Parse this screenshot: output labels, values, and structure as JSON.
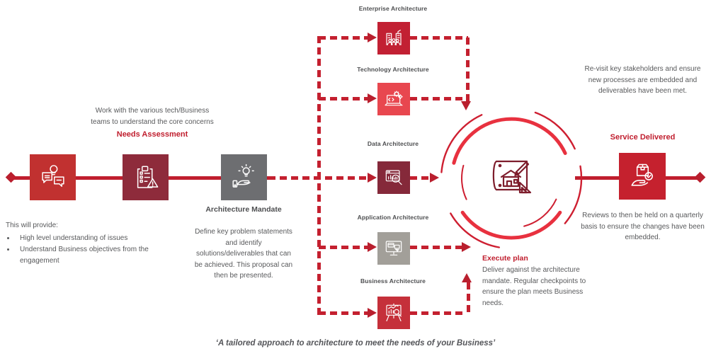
{
  "colors": {
    "accent_red": "#C4202F",
    "line_red": "#C01E2E",
    "bright_red_square": "#C13130",
    "light_red_square": "#E8474F",
    "maroon_square": "#8E2B3B",
    "dark_maroon_square": "#85293A",
    "gray_square": "#6D6E71",
    "light_gray_square": "#A29F99",
    "text_gray": "#58595B",
    "circle_red": "#E8313F"
  },
  "needs_assessment": {
    "intro_line1": "Work with the various tech/Business",
    "intro_line2": "teams to understand the core concerns",
    "title": "Needs Assessment",
    "provides_heading": "This will provide:",
    "bullets": [
      "High level understanding of issues",
      "Understand Business objectives from the engagement"
    ],
    "icons": [
      "discussion-idea-icon",
      "checklist-alert-icon"
    ]
  },
  "architecture_mandate": {
    "title": "Architecture Mandate",
    "description": "Define key problem statements and identify solutions/deliverables that can be achieved. This proposal can then be presented.",
    "icon": "hand-idea-icon"
  },
  "architecture_domains": [
    {
      "label": "Enterprise Architecture",
      "icon": "organisation-icon",
      "color": "#C22033"
    },
    {
      "label": "Technology Architecture",
      "icon": "laptop-gears-icon",
      "color": "#E8474F"
    },
    {
      "label": "Data Architecture",
      "icon": "data-search-icon",
      "color": "#85293A"
    },
    {
      "label": "Application  Architecture",
      "icon": "application-monitor-icon",
      "color": "#A29F99"
    },
    {
      "label": "Business Architecture",
      "icon": "presentation-chart-icon",
      "color": "#C5303A"
    }
  ],
  "execute_plan": {
    "title": "Execute plan",
    "description": "Deliver against the architecture mandate. Regular checkpoints to ensure the plan meets Business needs.",
    "center_icon": "blueprint-icon"
  },
  "service_delivered": {
    "pre_text": "Re-visit key stakeholders and ensure new processes are embedded and deliverables have been met.",
    "title": "Service Delivered",
    "post_text": "Reviews to then be held on a quarterly basis to ensure the changes have been embedded.",
    "icon": "delivery-hand-icon"
  },
  "quote": "‘A tailored approach to architecture to meet the needs of your Business’"
}
